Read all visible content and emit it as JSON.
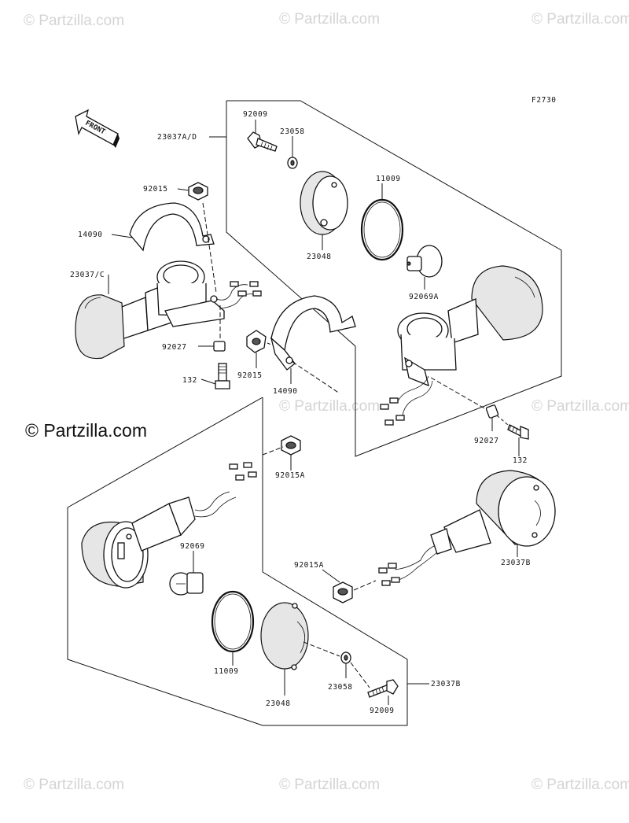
{
  "figure_code": "F2730",
  "front_label": "FRONT",
  "watermarks": {
    "small": "© Partzilla.com",
    "large": "© Partzilla.com"
  },
  "labels": {
    "p92009_top": "92009",
    "p23058_top": "23058",
    "p23037ad": "23037A/D",
    "p11009_top": "11009",
    "p92015_left": "92015",
    "p14090_left": "14090",
    "p23048_top": "23048",
    "p23037c": "23037/C",
    "p92069a": "92069A",
    "p92027_left": "92027",
    "p132_left": "132",
    "p92015_mid": "92015",
    "p14090_mid": "14090",
    "p92027_right": "92027",
    "p132_right": "132",
    "p92015a_top": "92015A",
    "p92069": "92069",
    "p23037b_right": "23037B",
    "p92015a_bottom": "92015A",
    "p11009_bottom": "11009",
    "p23048_bottom": "23048",
    "p23058_bottom": "23058",
    "p23037b_bottom": "23037B",
    "p92009_bottom": "92009"
  },
  "colors": {
    "line": "#111111",
    "watermark": "#d4d4d4"
  }
}
